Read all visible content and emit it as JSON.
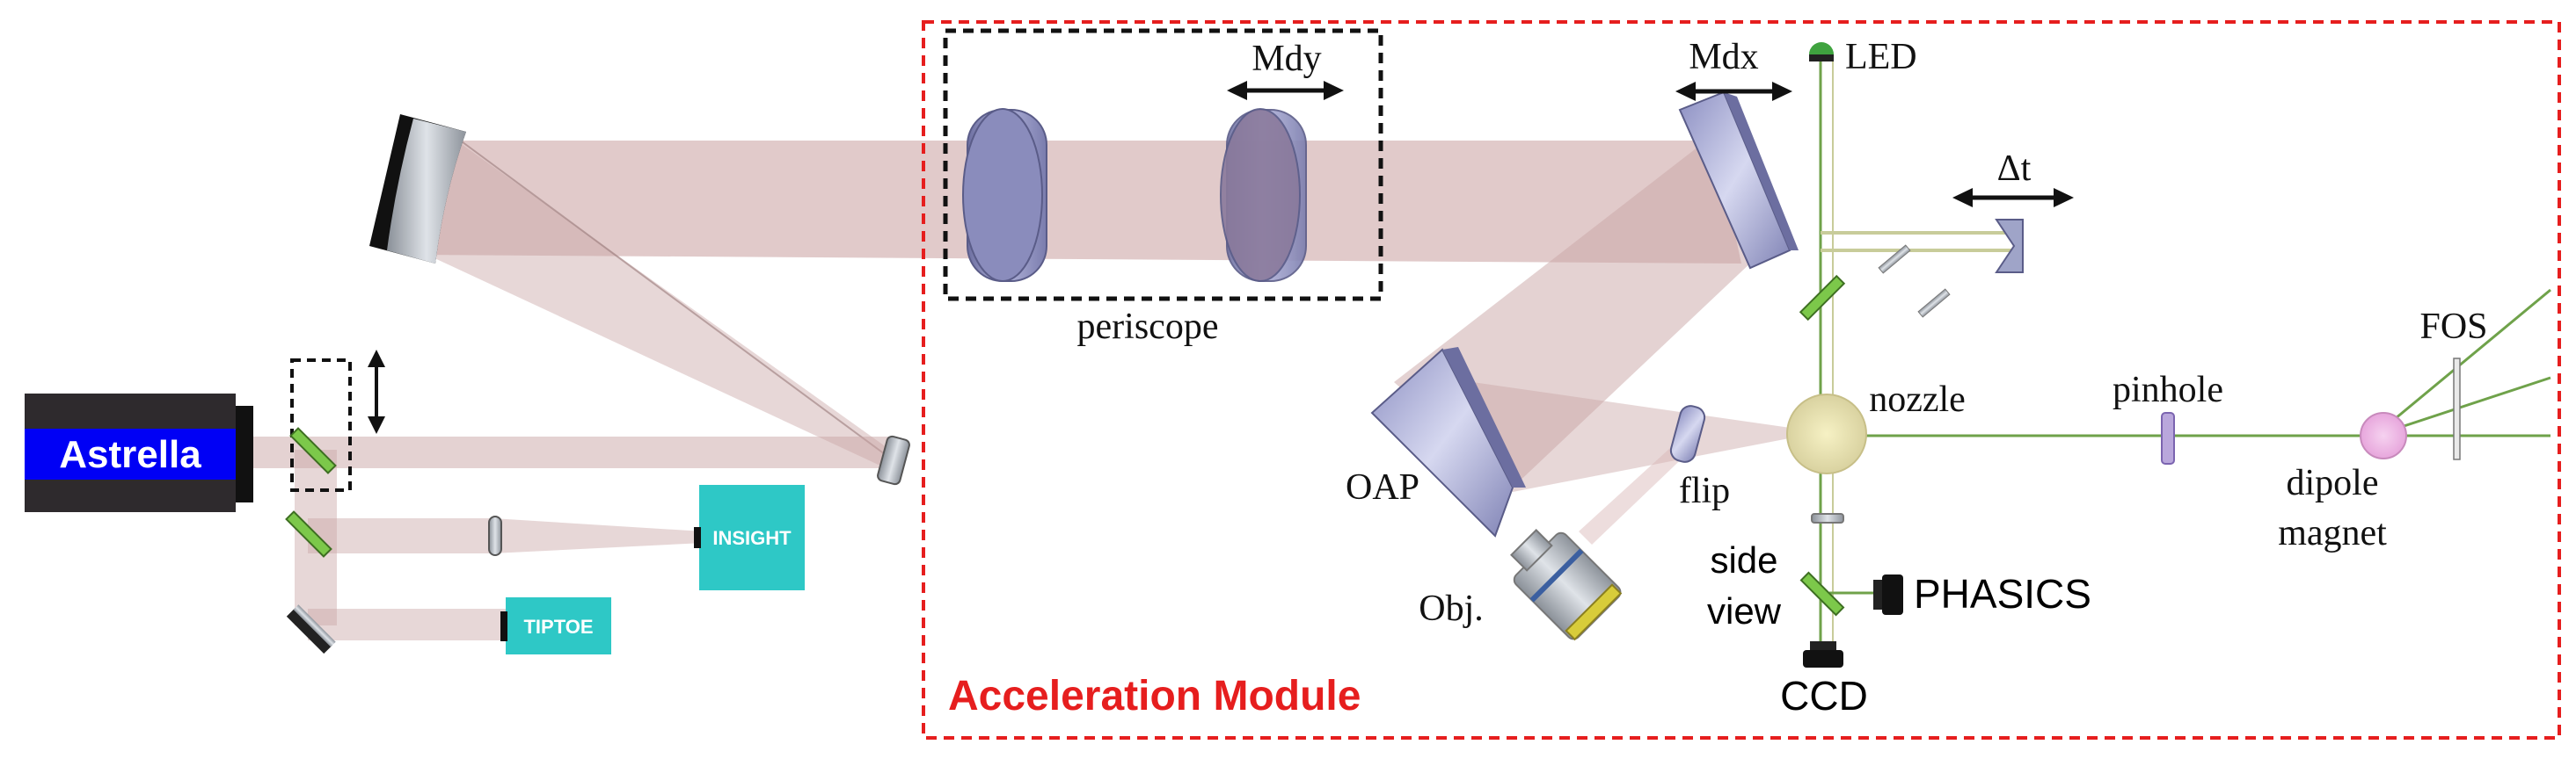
{
  "laser": {
    "name": "Astrella"
  },
  "diagnostics": {
    "insight": "INSIGHT",
    "tiptoe": "TIPTOE"
  },
  "module": {
    "title": "Acceleration Module"
  },
  "labels": {
    "periscope": "periscope",
    "mdy": "Mdy",
    "mdx": "Mdx",
    "led": "LED",
    "delay": "Δt",
    "nozzle": "nozzle",
    "oap": "OAP",
    "flip": "flip",
    "obj": "Obj.",
    "side": "side",
    "view": "view",
    "phasics": "PHASICS",
    "ccd": "CCD",
    "pinhole": "pinhole",
    "fos": "FOS",
    "dipole": "dipole",
    "magnet": "magnet"
  },
  "colors": {
    "laser_box": "#2e2a2d",
    "laser_label_bg": "#0000f5",
    "diag_box": "#2ec8c6",
    "module_border": "#e61e1e",
    "beam": "#c9a6a6",
    "probe_beam": "#5a9a3a"
  }
}
